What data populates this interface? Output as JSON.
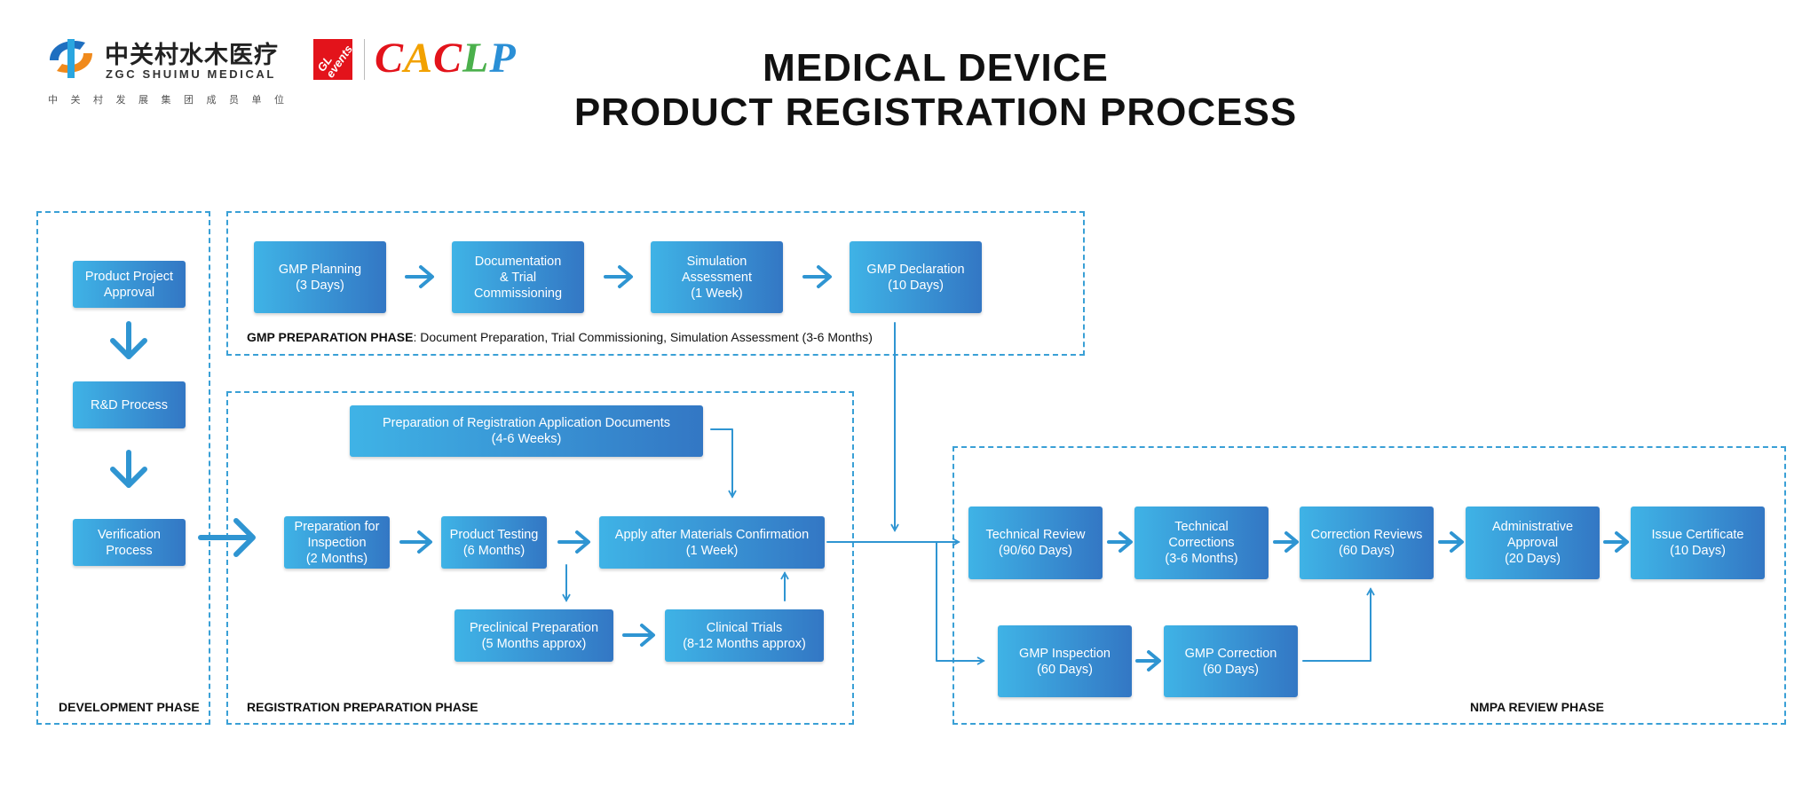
{
  "header": {
    "zgc_logo_cn": "中关村水木医疗",
    "zgc_logo_en": "ZGC SHUIMU MEDICAL",
    "zgc_logo_sub": "中关村发展集团成员单位",
    "gl_logo": "GL events",
    "caclp_logo": "CACLP",
    "title_line1": "MEDICAL DEVICE",
    "title_line2": "PRODUCT REGISTRATION PROCESS"
  },
  "colors": {
    "box_start": "#3fb3e6",
    "box_end": "#3377c4",
    "line": "#2f95d2",
    "dash": "#3aa0d6"
  },
  "phases": {
    "development": "DEVELOPMENT PHASE",
    "gmp_name": "GMP PREPARATION PHASE",
    "gmp_desc": ": Document Preparation, Trial Commissioning, Simulation Assessment (3-6 Months)",
    "registration": "REGISTRATION PREPARATION PHASE",
    "nmpa": "NMPA REVIEW PHASE"
  },
  "steps": {
    "project_approval": "Product Project\nApproval",
    "rd_process": "R&D Process",
    "verification": "Verification\nProcess",
    "gmp_planning": "GMP Planning\n(3 Days)",
    "documentation": "Documentation\n& Trial\nCommissioning",
    "simulation": "Simulation\nAssessment\n(1 Week)",
    "gmp_declaration": "GMP Declaration\n(10 Days)",
    "reg_app_docs": "Preparation of Registration Application Documents\n(4-6 Weeks)",
    "prep_inspection": "Preparation for\nInspection\n(2 Months)",
    "product_testing": "Product Testing\n(6 Months)",
    "apply_after": "Apply after Materials Confirmation\n(1 Week)",
    "preclinical": "Preclinical Preparation\n(5 Months approx)",
    "clinical_trials": "Clinical Trials\n(8-12 Months approx)",
    "technical_review": "Technical Review\n(90/60 Days)",
    "technical_corrections": "Technical\nCorrections\n(3-6 Months)",
    "correction_reviews": "Correction Reviews\n(60 Days)",
    "administrative_approval": "Administrative\nApproval\n(20 Days)",
    "issue_certificate": "Issue Certificate\n(10 Days)",
    "gmp_inspection": "GMP Inspection\n(60 Days)",
    "gmp_correction": "GMP Correction\n(60 Days)"
  }
}
